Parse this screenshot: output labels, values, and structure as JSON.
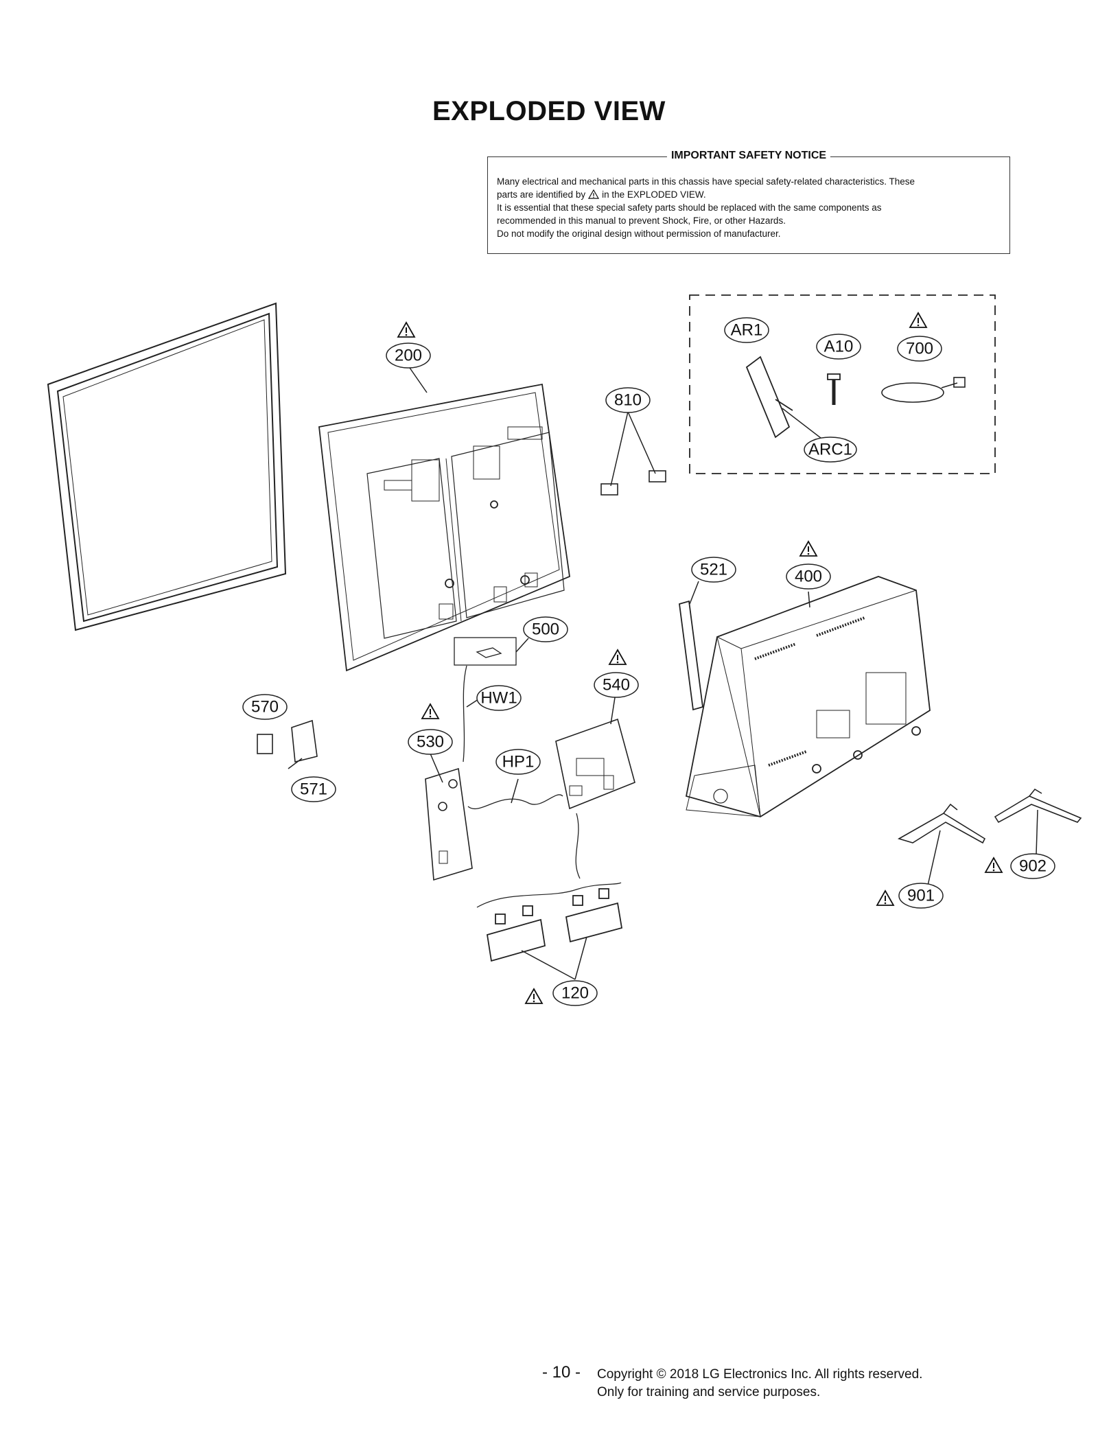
{
  "title": "EXPLODED VIEW",
  "notice": {
    "heading": "IMPORTANT SAFETY NOTICE",
    "line1": "Many electrical and mechanical parts in this chassis have special safety-related characteristics. These",
    "line2a": "parts are identified by",
    "line2b": "in the EXPLODED VIEW.",
    "line3": "It is essential that these special safety parts should be replaced with the same components as",
    "line4": "recommended in this manual to prevent Shock, Fire, or other Hazards.",
    "line5": "Do not modify the original design without permission of manufacturer."
  },
  "parts": {
    "p200": "200",
    "p810": "810",
    "pAR1": "AR1",
    "pA10": "A10",
    "p700": "700",
    "pARC1": "ARC1",
    "p521": "521",
    "p400": "400",
    "p500": "500",
    "p540": "540",
    "pHW1": "HW1",
    "p570": "570",
    "p530": "530",
    "p571": "571",
    "pHP1": "HP1",
    "p901": "901",
    "p902": "902",
    "p120": "120"
  },
  "footer": {
    "page": "- 10 -",
    "copyright": "Copyright © 2018 LG Electronics Inc. All rights reserved.",
    "note": "Only for training and service purposes."
  },
  "icons": {
    "safety": "warning-triangle-icon"
  }
}
